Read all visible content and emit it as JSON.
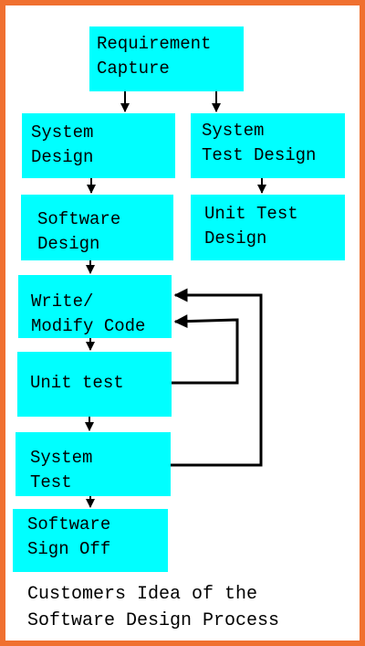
{
  "diagram": {
    "nodes": {
      "requirement_capture": "Requirement\nCapture",
      "system_design": "System\nDesign",
      "system_test_design": "System\nTest Design",
      "software_design": "Software\nDesign",
      "unit_test_design": "Unit Test\nDesign",
      "write_modify_code": "Write/\nModify Code",
      "unit_test": "Unit test",
      "system_test": "System\nTest",
      "software_sign_off": "Software\nSign Off"
    },
    "caption": "Customers Idea of the\nSoftware Design Process",
    "colors": {
      "box_fill": "#00ffff",
      "frame": "#f07030",
      "line": "#000000"
    }
  }
}
